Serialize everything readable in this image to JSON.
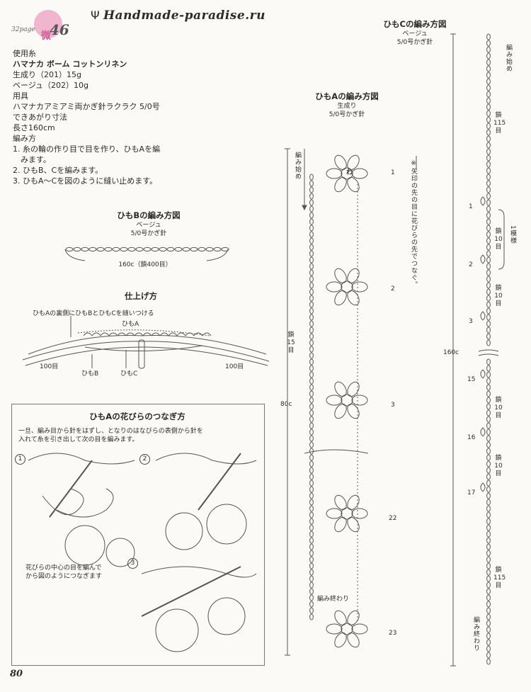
{
  "header": {
    "page_ref": "32page",
    "page_number": "46",
    "watermark_char": "微",
    "site": "Handmade-paradise.ru"
  },
  "materials": {
    "yarn_heading": "使用糸",
    "yarn_name": "ハマナカ ボーム コットンリネン",
    "color1": "生成り（201）15g",
    "color2": "ベージュ（202）10g",
    "tools_heading": "用具",
    "tool": "ハマナカアミアミ両かぎ針ラクラク 5/0号",
    "size_heading": "できあがり寸法",
    "size": "長さ160cm",
    "method_heading": "編み方",
    "steps": [
      "1. 糸の輪の作り目で目を作り、ひもAを編",
      "　みます。",
      "2. ひもB、Cを編みます。",
      "3. ひもA～Cを図のように縫い止めます。"
    ]
  },
  "cord_b": {
    "title": "ひもBの編み方図",
    "color": "ベージュ",
    "hook": "5/0号かぎ針",
    "length_label": "160c（鎖400目）"
  },
  "finishing": {
    "title": "仕上げ方",
    "note": "ひもAの裏側にひもBとひもCを縫いつける",
    "label_a": "ひもA",
    "label_b": "ひもB",
    "label_c": "ひもC",
    "left_count": "100目",
    "right_count": "100目"
  },
  "petal_box": {
    "title": "ひもAの花びらのつなぎ方",
    "desc1": "一旦、編み目から針をはずし、となりのはなびらの表側から針を",
    "desc2": "入れて糸を引き出して次の目を編みます。",
    "step1": "1",
    "step2": "2",
    "step3": "3",
    "note1": "花びらの中心の目を編んで",
    "note2": "から図のようにつなぎます"
  },
  "cord_a": {
    "title": "ひもAの編み方図",
    "color": "生成り",
    "hook": "5/0号かぎ針",
    "start": "編み始め",
    "end": "編み終わり",
    "ring": "わ",
    "chain": "鎖",
    "chain_count": "15",
    "chain_unit": "目",
    "length": "80c",
    "note": "※矢印の先の目に花びらの先でつなぐ。",
    "numbers": [
      "1",
      "2",
      "3",
      "22",
      "23"
    ]
  },
  "cord_c": {
    "title": "ひもCの編み方図",
    "color": "ベージュ",
    "hook": "5/0号かぎ針",
    "start": "編み始め",
    "end": "編み終わり",
    "length": "160c",
    "pattern_repeat": "1模様",
    "chain": "鎖",
    "unit": "目",
    "c115": "115",
    "c10": "10",
    "numbers": [
      "1",
      "2",
      "3",
      "15",
      "16",
      "17"
    ]
  },
  "footer": {
    "page": "80"
  }
}
